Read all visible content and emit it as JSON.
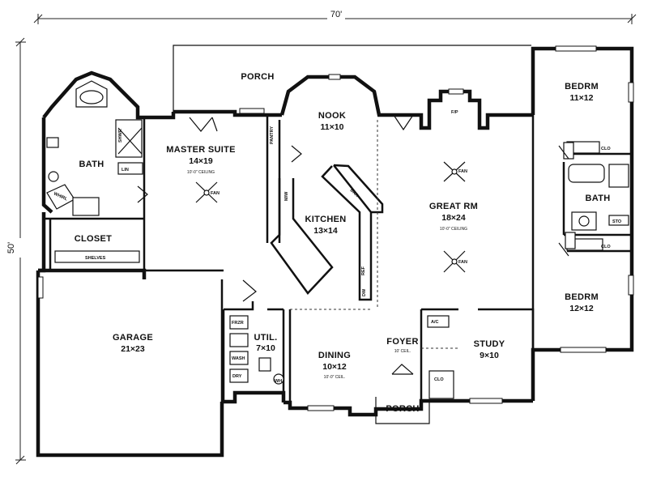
{
  "dimensions": {
    "width": "70'",
    "depth": "50'"
  },
  "rooms": {
    "porch_rear": {
      "name": "PORCH"
    },
    "nook": {
      "name": "NOOK",
      "size": "11×10"
    },
    "bedrm_1": {
      "name": "BEDRM",
      "size": "11×12"
    },
    "bath_master": {
      "name": "BATH"
    },
    "master_suite": {
      "name": "MASTER SUITE",
      "size": "14×19",
      "note": "10'-0\" CEILING"
    },
    "kitchen": {
      "name": "KITCHEN",
      "size": "13×14"
    },
    "great_rm": {
      "name": "GREAT RM",
      "size": "18×24",
      "note": "10'-0\" CEILING"
    },
    "bath_2": {
      "name": "BATH"
    },
    "closet": {
      "name": "CLOSET"
    },
    "bedrm_2": {
      "name": "BEDRM",
      "size": "12×12"
    },
    "garage": {
      "name": "GARAGE",
      "size": "21×23"
    },
    "util": {
      "name": "UTIL.",
      "size": "7×10"
    },
    "dining": {
      "name": "DINING",
      "size": "10×12",
      "note": "10'-0\" CEIL."
    },
    "foyer": {
      "name": "FOYER",
      "note": "10' CEIL."
    },
    "study": {
      "name": "STUDY",
      "size": "9×10"
    },
    "porch_front": {
      "name": "PORCH"
    }
  },
  "fixtures": {
    "fan_label": "FAN",
    "fireplace": "F/P",
    "closet_tag": "CLO",
    "storage_tag": "STO",
    "linen_tag": "LIN",
    "shelves": "SHELVES",
    "pantry": "PANTRY",
    "ref": "REF",
    "dw": "DW",
    "shower": "SHWR",
    "whirl": "WHIRL",
    "ac": "A/C",
    "wh": "WH",
    "freezer": "FRZR",
    "washer": "WASH",
    "dryer": "DRY",
    "bar": "BAR",
    "mw": "M/W"
  }
}
